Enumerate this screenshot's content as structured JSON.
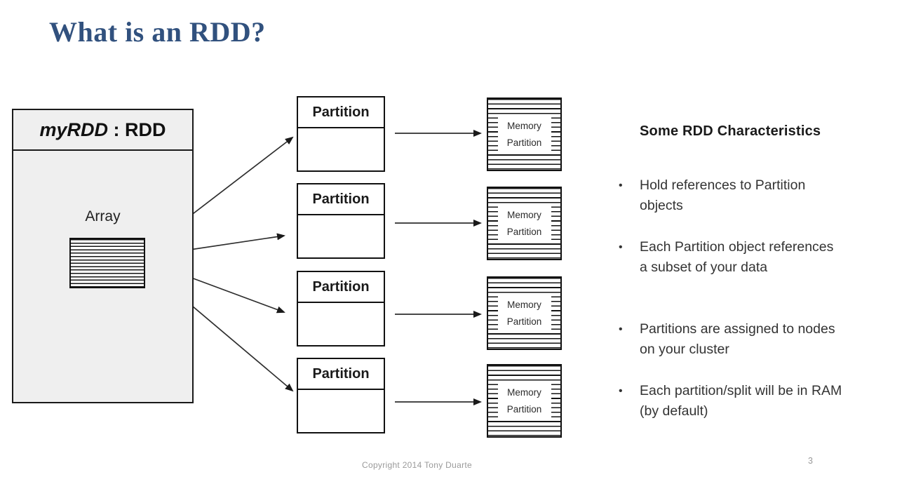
{
  "slide": {
    "title": "What is an RDD?",
    "footer": {
      "copyright": "Copyright 2014 Tony Duarte",
      "page_number": "3"
    }
  },
  "diagram": {
    "rdd_box": {
      "name_italic": "myRDD",
      "name_suffix": " : RDD",
      "array_label": "Array"
    },
    "partitions": [
      {
        "label": "Partition"
      },
      {
        "label": "Partition"
      },
      {
        "label": "Partition"
      },
      {
        "label": "Partition"
      }
    ],
    "memory_partitions": [
      {
        "line1": "Memory",
        "line2": "Partition"
      },
      {
        "line1": "Memory",
        "line2": "Partition"
      },
      {
        "line1": "Memory",
        "line2": "Partition"
      },
      {
        "line1": "Memory",
        "line2": "Partition"
      }
    ]
  },
  "characteristics": {
    "heading": "Some RDD Characteristics",
    "bullet_char": "•",
    "bullets": [
      "Hold references to Partition objects",
      "Each Partition object references a subset of your data",
      "Partitions are assigned to nodes on your cluster",
      "Each partition/split will be in RAM (by default)"
    ]
  },
  "colors": {
    "title_blue": "#31517e",
    "rdd_box_fill": "#efefef",
    "line_black": "#1a1a1a",
    "body_text": "#333333",
    "muted_gray": "#9a9a9a"
  }
}
